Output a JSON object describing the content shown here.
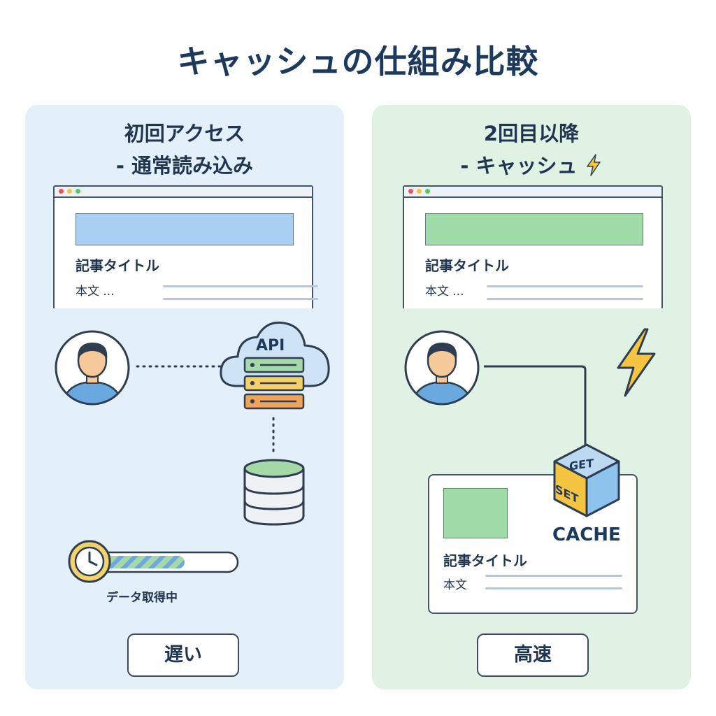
{
  "title": "キャッシュの仕組み比較",
  "left": {
    "heading_line1": "初回アクセス",
    "heading_line2": "- 通常読み込み",
    "article_title": "記事タイトル",
    "article_body": "本文 ...",
    "api_label": "API",
    "progress_label": "データ取得中",
    "speed_label": "遅い",
    "banner_color": "#a9cff2",
    "accent_color": "#4a90d9"
  },
  "right": {
    "heading_line1": "2回目以降",
    "heading_line2": "- キャッシュ",
    "article_title": "記事タイトル",
    "article_body": "本文 ...",
    "cache_title": "記事タイトル",
    "cache_body": "本文",
    "cube_top": "GET",
    "cube_front": "SET",
    "cache_label": "CACHE",
    "speed_label": "高速",
    "banner_color": "#9fdcaa",
    "accent_color": "#f5c542"
  }
}
